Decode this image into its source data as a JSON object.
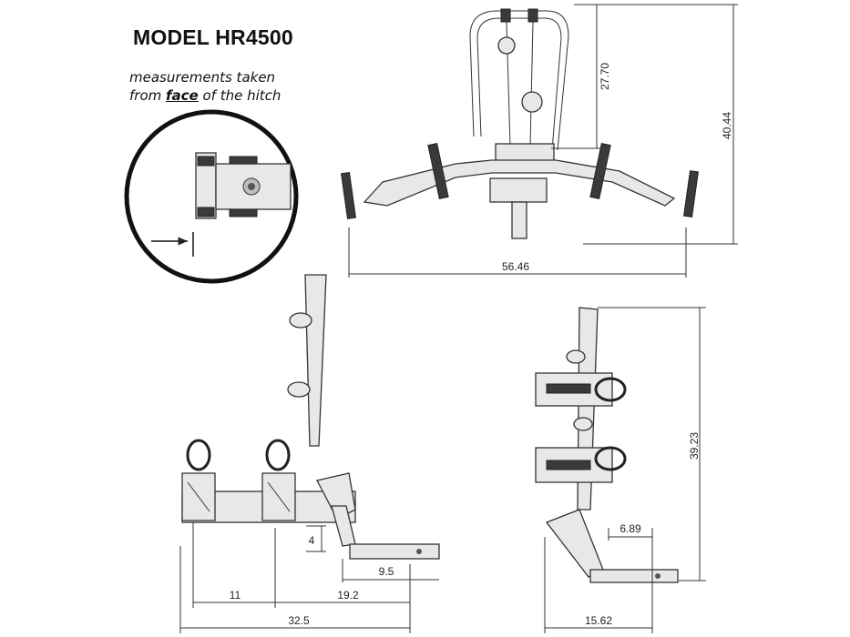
{
  "title": "MODEL HR4500",
  "note": {
    "line1": "measurements taken",
    "line2_prefix": "from ",
    "line2_emph": "face",
    "line2_suffix": " of the hitch"
  },
  "dimensions": {
    "height_arm": "27.70",
    "height_total": "40.44",
    "width_total": "56.46",
    "side_vertical": "4",
    "side_hitch": "9.5",
    "side_spacing": "11",
    "side_inner": "19.2",
    "side_total": "32.5",
    "folded_height": "39.23",
    "folded_offset": "6.89",
    "folded_depth": "15.62"
  }
}
